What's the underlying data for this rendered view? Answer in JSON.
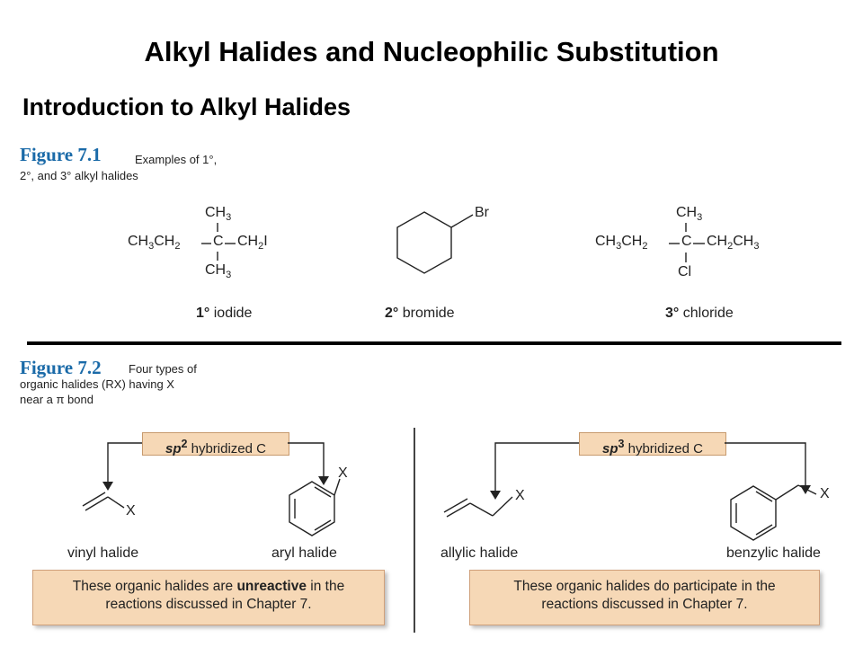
{
  "header": {
    "title": "Alkyl Halides and Nucleophilic Substitution",
    "subtitle": "Introduction to Alkyl Halides"
  },
  "figure_7_1": {
    "label": "Figure 7.1",
    "caption_line1": "Examples of 1°,",
    "caption_line2": "2°, and 3° alkyl halides",
    "iodide": {
      "top": "CH3",
      "left": "CH3CH2",
      "center": "C",
      "right": "CH2I",
      "bottom": "CH3",
      "degree": "1°",
      "name": "iodide"
    },
    "bromide": {
      "substituent": "Br",
      "degree": "2°",
      "name": "bromide"
    },
    "chloride": {
      "top": "CH3",
      "left": "CH3CH2",
      "center": "C",
      "right": "CH2CH3",
      "bottom": "Cl",
      "degree": "3°",
      "name": "chloride"
    }
  },
  "figure_7_2": {
    "label": "Figure 7.2",
    "caption_line1": "Four types of",
    "caption_line2": "organic halides (RX) having X",
    "caption_line3": "near a π bond",
    "left_panel": {
      "hyb_prefix": "sp",
      "hyb_sup": "2",
      "hyb_suffix": " hybridized C",
      "vinyl_label": "vinyl halide",
      "aryl_label": "aryl halide",
      "x_symbol": "X",
      "note_pre": "These organic halides are ",
      "note_bold": "unreactive",
      "note_post": " in the",
      "note_line2": "reactions discussed in Chapter 7."
    },
    "right_panel": {
      "hyb_prefix": "sp",
      "hyb_sup": "3",
      "hyb_suffix": " hybridized C",
      "allylic_label": "allylic halide",
      "benzylic_label": "benzylic halide",
      "x_symbol": "X",
      "note_line1": "These organic halides do participate in the",
      "note_line2": "reactions discussed in Chapter 7."
    }
  }
}
